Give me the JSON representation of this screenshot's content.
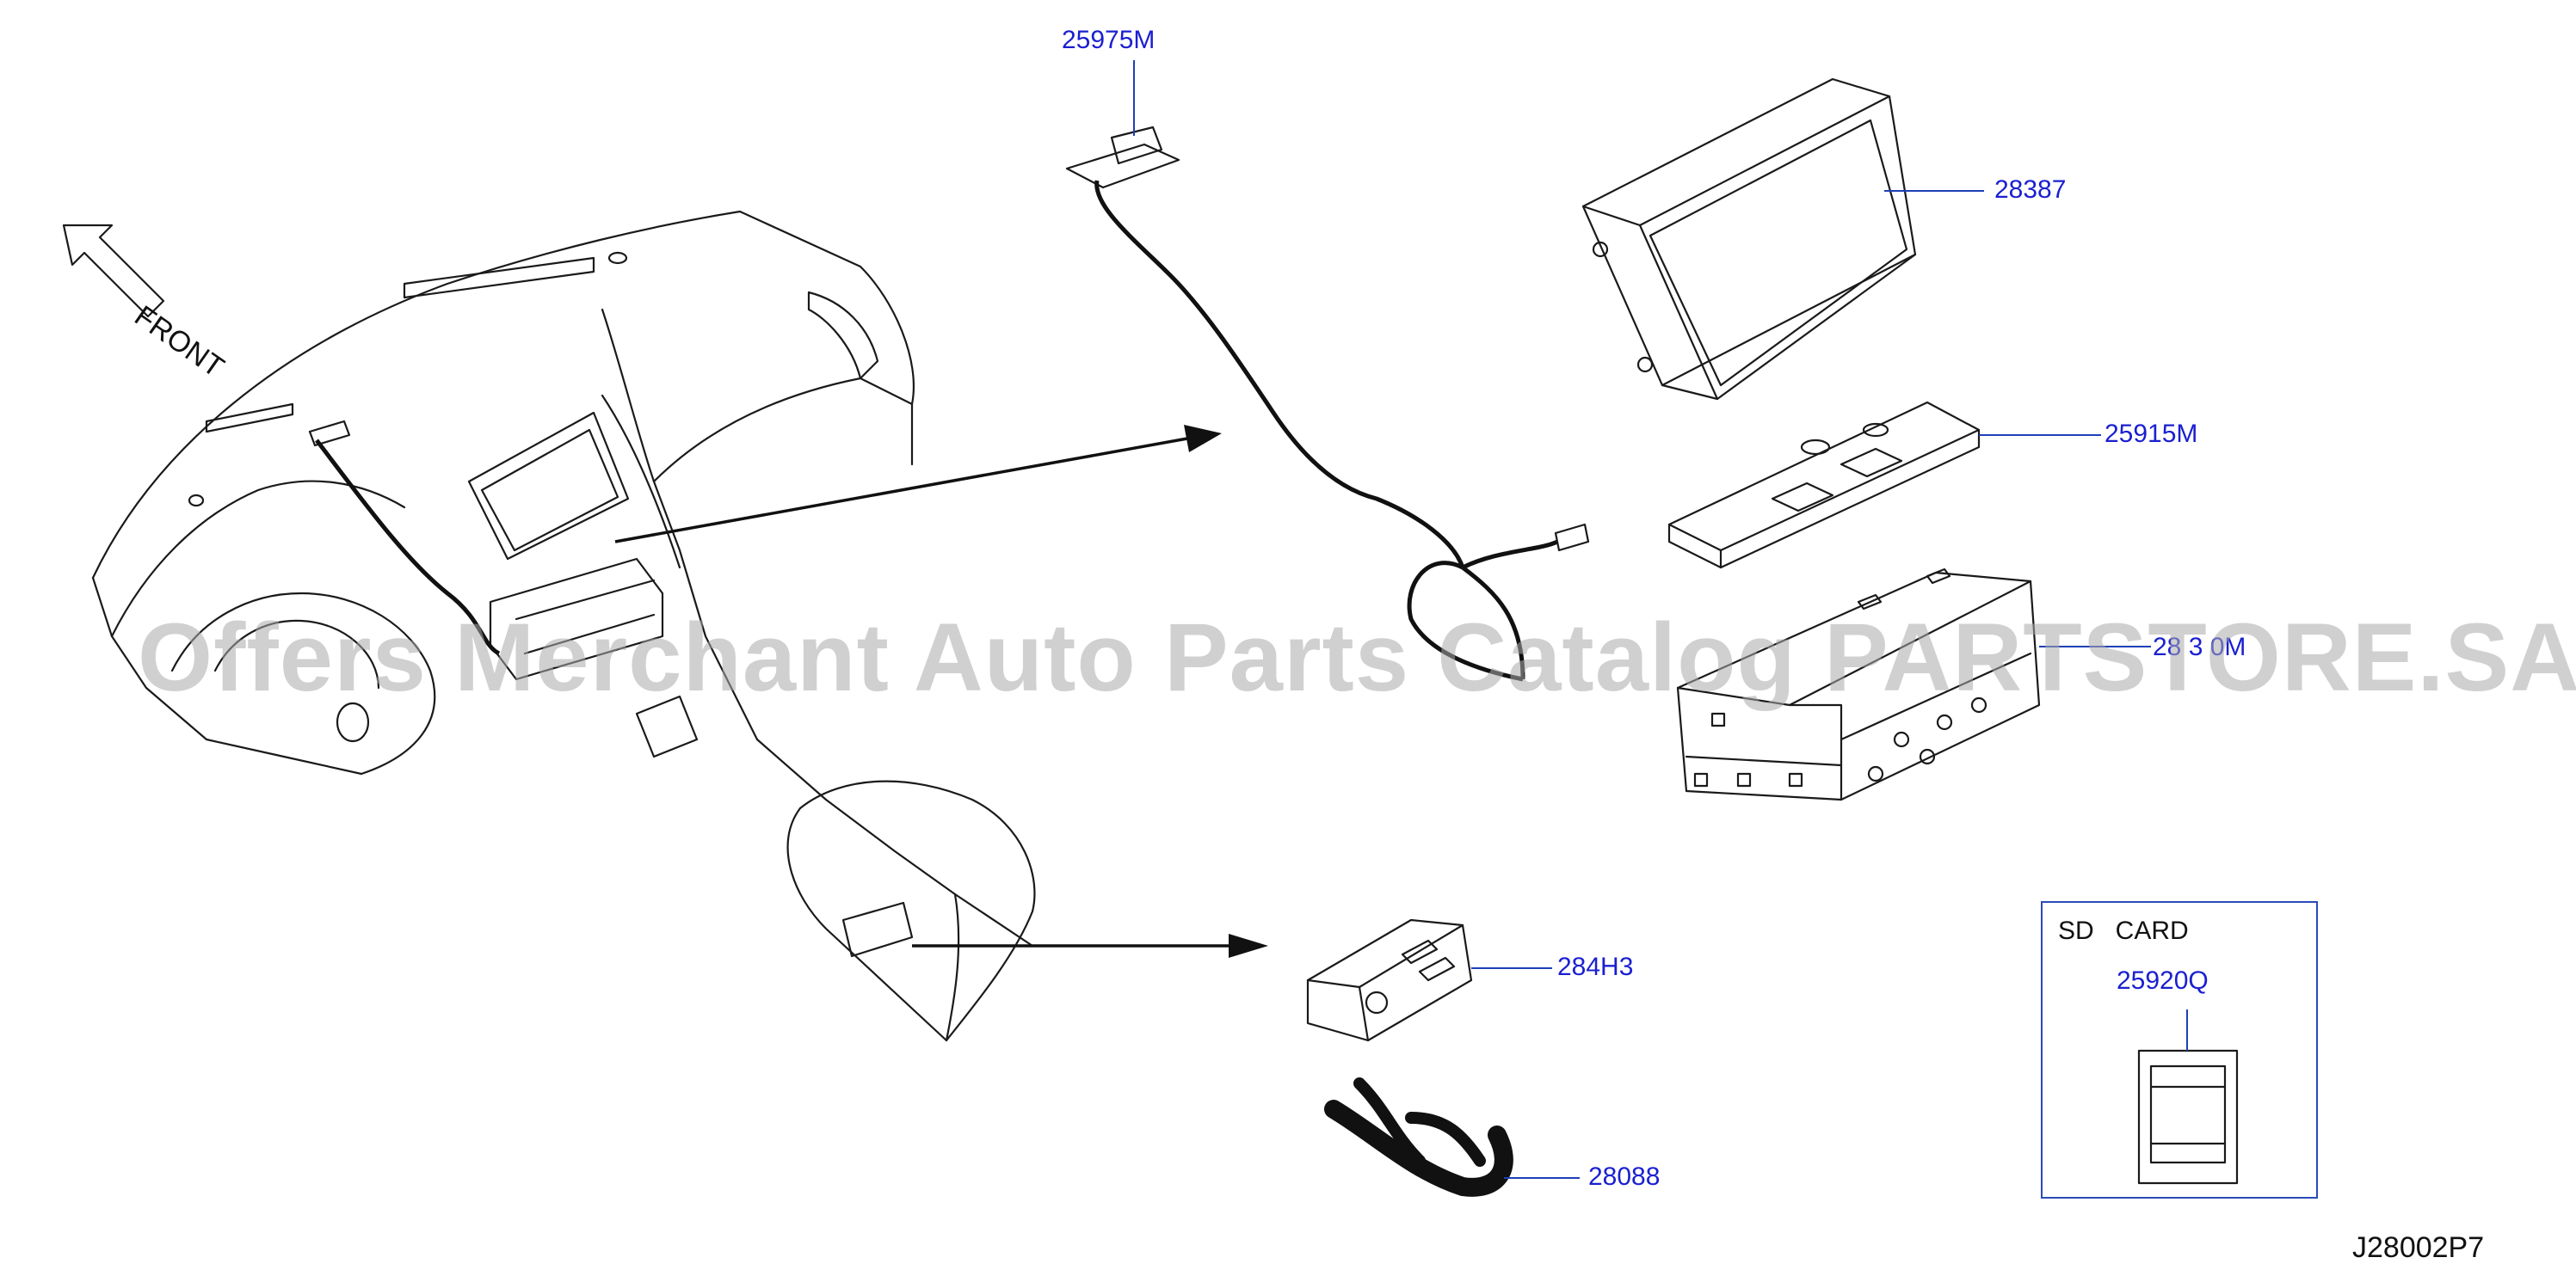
{
  "front_label": "FRONT",
  "parts": {
    "p25975M": "25975M",
    "p28387": "28387",
    "p25915M": "25915M",
    "p283_0M": "28 3 0M",
    "p284H3": "284H3",
    "p28088": "28088"
  },
  "sd_card": {
    "title": "SD   CARD",
    "part": "25920Q"
  },
  "diagram_code": "J28002P7",
  "watermark": "Offers Merchant Auto Parts Catalog PARTSTORE.SA",
  "colors": {
    "label": "#1a1fd0",
    "leader": "#1f3fb8",
    "line": "#1a1a1a",
    "watermark": "#aaaaaa"
  }
}
